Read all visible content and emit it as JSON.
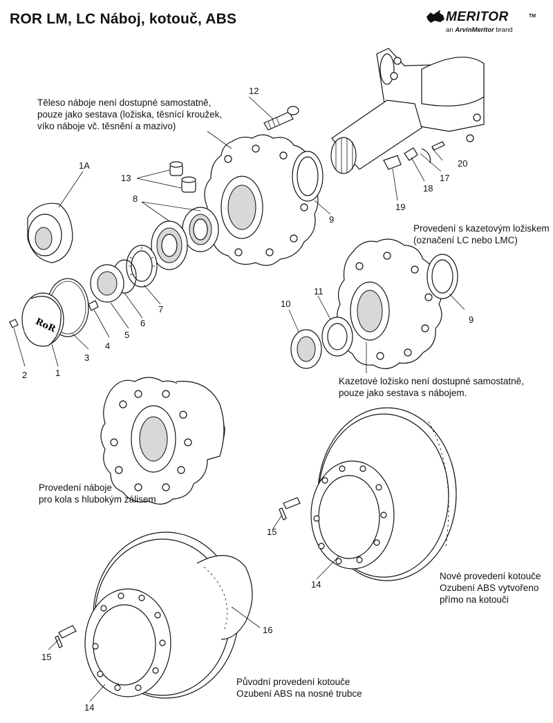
{
  "header": {
    "title": "ROR  LM, LC  Náboj, kotouč, ABS",
    "brand_name": "MERITOR",
    "brand_tm": "TM",
    "brand_sub_prefix": "an",
    "brand_sub_strong": "ArvinMeritor",
    "brand_sub_suffix": "brand"
  },
  "notes": {
    "hub_body": "Těleso náboje není dostupné samostatně,\npouze jako sestava (ložiska, těsnící kroužek,\nvíko náboje vč. těsnění a mazivo)",
    "cassette_version": "Provedení s kazetovým ložiskem\n(označení LC nebo LMC)",
    "cassette_bearing": "Kazetové ložisko není dostupné samostatně,\npouze jako sestava s nábojem.",
    "deep_offset_hub": "Provedení náboje\npro kola s hlubokým zálisem",
    "new_disc": "Nové provedení kotouče\nOzubení ABS vytvořeno\npřímo na kotouči",
    "original_disc": "Původní provedení kotouče\nOzubení ABS na nosné trubce"
  },
  "callouts": {
    "c1": "1",
    "c1A": "1A",
    "c2": "2",
    "c3": "3",
    "c4": "4",
    "c5": "5",
    "c6": "6",
    "c7": "7",
    "c8": "8",
    "c9a": "9",
    "c9b": "9",
    "c10": "10",
    "c11": "11",
    "c12": "12",
    "c13": "13",
    "c14a": "14",
    "c14b": "14",
    "c15a": "15",
    "c15b": "15",
    "c16": "16",
    "c17": "17",
    "c18": "18",
    "c19": "19",
    "c20": "20"
  },
  "hub_cap_logo": "RoR"
}
